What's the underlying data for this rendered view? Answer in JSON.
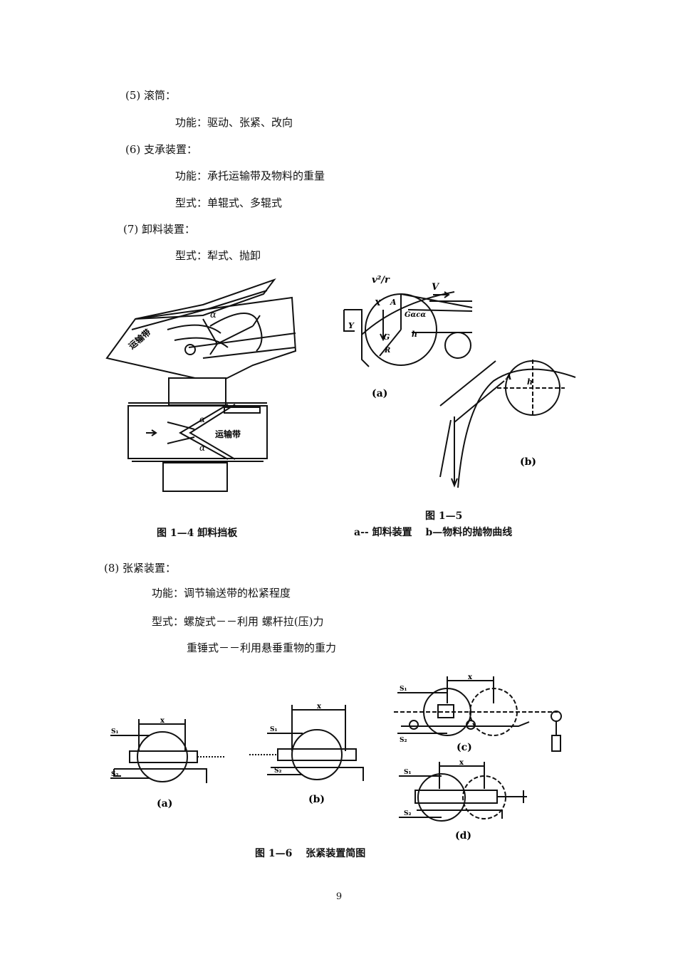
{
  "body": [
    {
      "id": "l5",
      "text": "(5) 滚筒："
    },
    {
      "id": "l5a",
      "text": "功能：驱动、张紧、改向"
    },
    {
      "id": "l6",
      "text": "(6) 支承装置："
    },
    {
      "id": "l6a",
      "text": "功能：承托运输带及物料的重量"
    },
    {
      "id": "l6b",
      "text": "型式：单辊式、多辊式"
    },
    {
      "id": "l7",
      "text": "(7) 卸料装置："
    },
    {
      "id": "l7a",
      "text": "型式：犁式、抛卸"
    },
    {
      "id": "l8",
      "text": "(8) 张紧装置："
    },
    {
      "id": "l8a",
      "text": "功能：调节输送带的松紧程度"
    },
    {
      "id": "l8b",
      "text": "型式：螺旋式－－利用 螺杆拉(压)力"
    },
    {
      "id": "l8c",
      "text": "重锤式－－利用悬垂重物的重力"
    }
  ],
  "figures": {
    "fig14": {
      "caption": "图 1—4 卸料挡板",
      "belt_label": "运输带",
      "angle_label": "α"
    },
    "fig15": {
      "caption_line1": "图 1—5",
      "caption_line2": "a-- 卸料装置　 b—物料的抛物曲线",
      "label_a": "(a)",
      "label_b": "(b)",
      "v_label": "V",
      "v2r_label": "v²/r",
      "gcos_label": "Gαcα",
      "g_label": "G",
      "r_label": "R",
      "a_label": "A",
      "x_label": "X",
      "y_label": "Y",
      "h_label": "h"
    },
    "fig16": {
      "caption": "图 1—6　 张紧装置简图",
      "label_a": "(a)",
      "label_b": "(b)",
      "label_c": "(c)",
      "label_d": "(d)",
      "x_label": "x",
      "s1_label": "S₁",
      "s2_label": "S₂"
    }
  },
  "page_number": "9"
}
